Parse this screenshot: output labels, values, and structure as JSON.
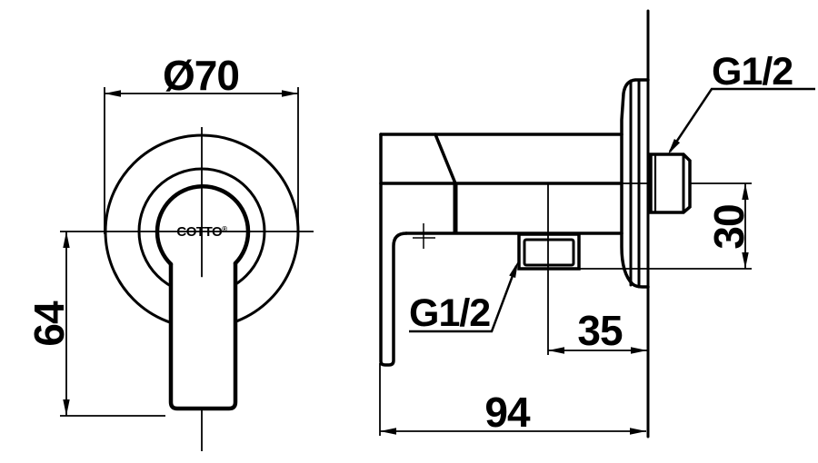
{
  "drawing": {
    "brand": {
      "name": "COTTO",
      "mark": "®"
    },
    "dimensions": {
      "faceplate_diameter": "Ø70",
      "handle_length": "64",
      "inlet_thread": "G1/2",
      "outlet_thread": "G1/2",
      "outlet_depth": "30",
      "outlet_offset": "35",
      "overall_projection": "94"
    },
    "colors": {
      "line": "#000000",
      "background": "#ffffff"
    }
  }
}
